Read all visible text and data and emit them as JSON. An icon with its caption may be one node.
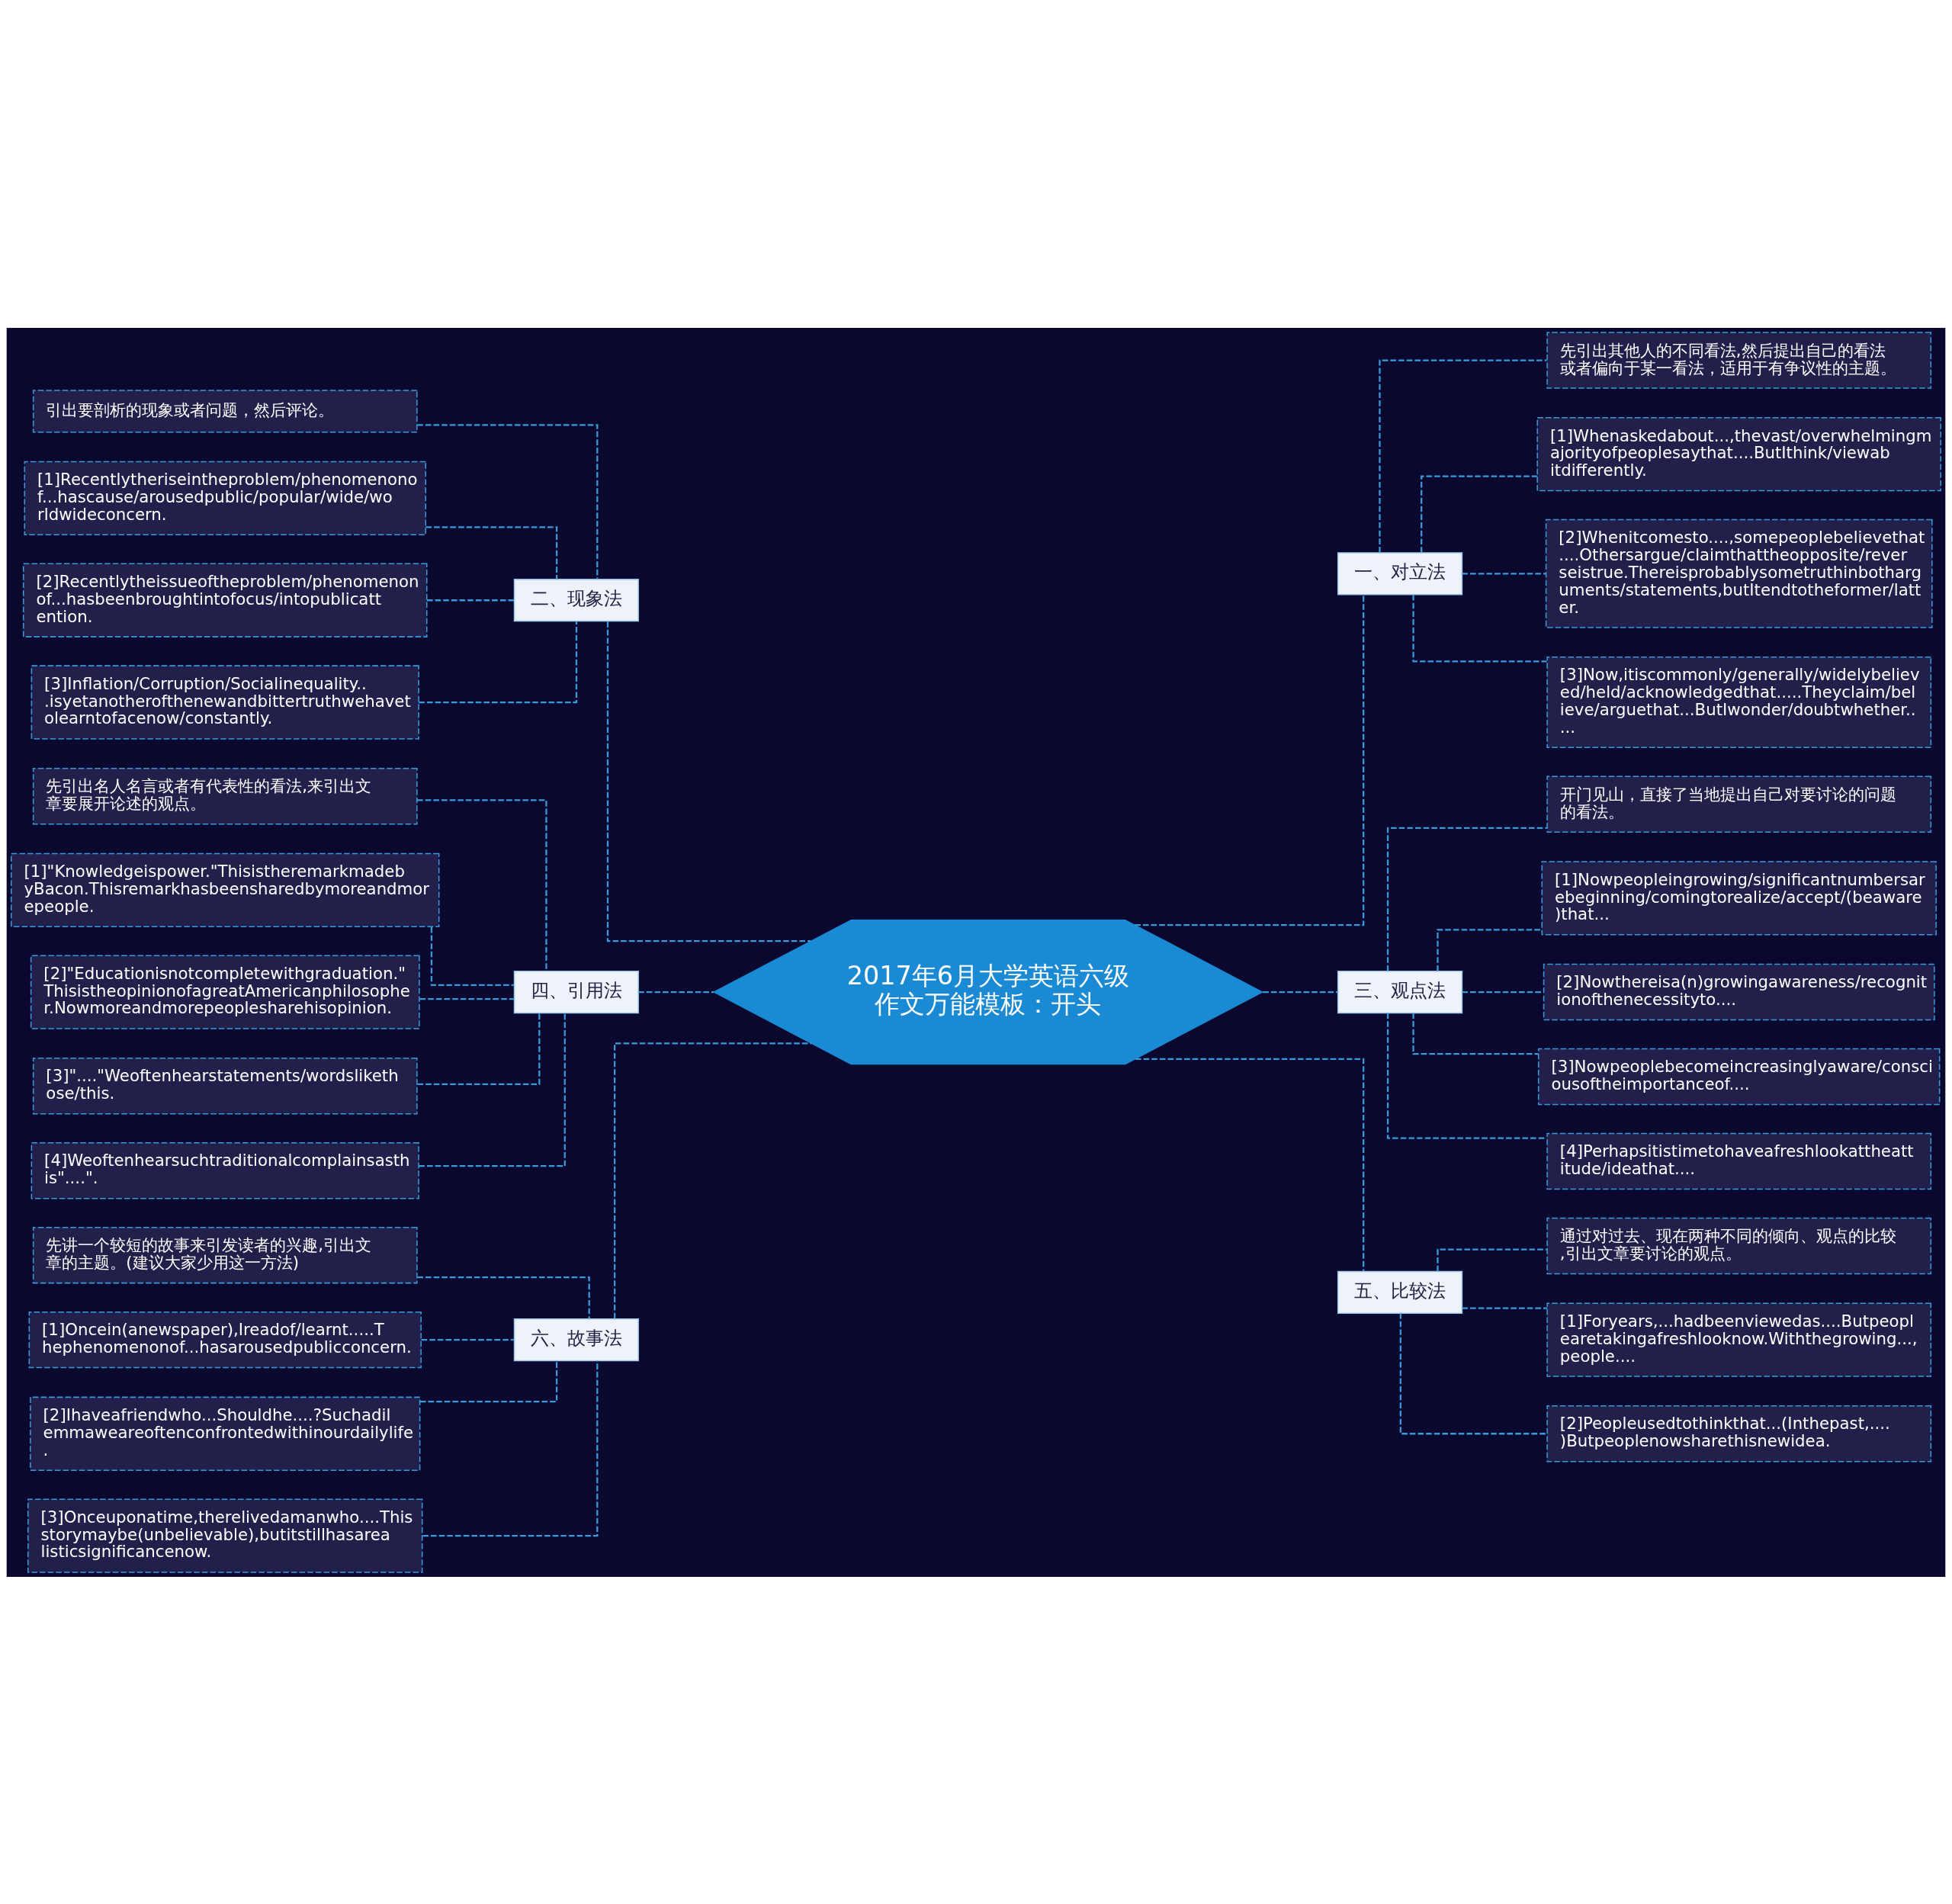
{
  "diagram": {
    "nodes": [
      {
        "text": [
          "2017年6月大学英语六级作文万能模板：开头"
        ]
      },
      {
        "text": [
          "一、对立法"
        ]
      },
      {
        "text": [
          "先引出其他人的不同看法,然后提出自己的看法或者偏向于某一看法，适用于有争议性的主题。"
        ]
      },
      {
        "text": [
          "[1]Whenaskedabout...,thevast/overwhelmingmajorityofpeoplesaythat....ButIthink/viewabitdifferently."
        ]
      },
      {
        "text": [
          "[2]Whenitcomesto....,somepeoplebelievethat....Othersargue/claimthattheopposite/reverseistrue.Thereisprobablysometruthinbotharguments/statements,butItendtotheformer/latter."
        ]
      },
      {
        "text": [
          "[3]Now,itiscommonly/generally/widelybelieved/held/acknowledgedthat.....Theyclaim/believe/arguethat...ButIwonder/doubtwhether....."
        ]
      },
      {
        "text": [
          "二、现象法"
        ]
      },
      {
        "text": [
          "引出要剖析的现象或者问题，然后评论。"
        ]
      },
      {
        "text": [
          "[1]Recentlytheriseintheproblem/phenomenonof...hascause/arousedpublic/popular/wide/worldwideconcern."
        ]
      },
      {
        "text": [
          "[2]Recentlytheissueoftheproblem/phenomenonof...hasbeenbroughtintofocus/intopublicattention."
        ]
      },
      {
        "text": [
          "[3]Inflation/Corruption/Socialinequality...isyetanotherofthenewandbittertruthwehavetolearntofacenow/constantly."
        ]
      },
      {
        "text": [
          "三、观点法"
        ]
      },
      {
        "text": [
          "开门见山，直接了当地提出自己对要讨论的问题的看法。"
        ]
      },
      {
        "text": [
          "[1]Nowpeopleingrowing/significantnumbersarebeginning/comingtorealize/accept/(beaware)that..."
        ]
      },
      {
        "text": [
          "[2]Nowthereisa(n)growingawareness/recognitionofthenecessityto...."
        ]
      },
      {
        "text": [
          "[3]Nowpeoplebecomeincreasinglyaware/consciousoftheimportanceof...."
        ]
      },
      {
        "text": [
          "[4]Perhapsitistimetohaveafreshlookattheattitude/ideathat...."
        ]
      },
      {
        "text": [
          "四、引用法"
        ]
      },
      {
        "text": [
          "先引出名人名言或者有代表性的看法,来引出文章要展开论述的观点。"
        ]
      },
      {
        "text": [
          "[1]\"Knowledgeispower.\"ThisistheremarkmadebyBacon.Thisremarkhasbeensharedbymoreandmorepeople."
        ]
      },
      {
        "text": [
          "[2]\"Educationisnotcompletewithgraduation.\"ThisistheopinionofagreatAmericanphilosopher.Nowmoreandmorepeoplesharehisopinion."
        ]
      },
      {
        "text": [
          "[3]\"....\"Weoftenhearstatements/wordslikethose/this."
        ]
      },
      {
        "text": [
          "[4]Weoftenhearsuchtraditionalcomplainsasthis\"....\"."
        ]
      },
      {
        "text": [
          "五、比较法"
        ]
      },
      {
        "text": [
          "通过对过去、现在两种不同的倾向、观点的比较,引出文章要讨论的观点。"
        ]
      },
      {
        "text": [
          "[1]Foryears,...hadbeenviewedas....Butpeoplearetakingafreshlooknow.Withthegrowing...,people...."
        ]
      },
      {
        "text": [
          "[2]Peopleusedtothinkthat...(Inthepast,....)Butpeoplenowsharethisnewidea."
        ]
      },
      {
        "text": [
          "六、故事法"
        ]
      },
      {
        "text": [
          "先讲一个较短的故事来引发读者的兴趣,引出文章的主题。(建议大家少用这一方法)"
        ]
      },
      {
        "text": [
          "[1]Oncein(anewspaper),Ireadof/learnt.....Thephenomenonof...hasarousedpublicconcern."
        ]
      },
      {
        "text": [
          "[2]Ihaveafriendwho...Shouldhe....?Suchadilemmaweareoftenconfrontedwithinourdailylife."
        ]
      },
      {
        "text": [
          "[3]Onceuponatime,therelivedamanwho....Thisstorymaybe(unbelievable),butitstillhasarealisticsignificancenow."
        ]
      }
    ],
    "edges": [
      {
        "from": 0,
        "to": 1,
        "arrow": "none"
      },
      {
        "from": 1,
        "to": 2,
        "arrow": "none"
      },
      {
        "from": 1,
        "to": 3,
        "arrow": "none"
      },
      {
        "from": 1,
        "to": 4,
        "arrow": "none"
      },
      {
        "from": 1,
        "to": 5,
        "arrow": "none"
      },
      {
        "from": 0,
        "to": 6,
        "arrow": "none"
      },
      {
        "from": 6,
        "to": 7,
        "arrow": "none"
      },
      {
        "from": 6,
        "to": 8,
        "arrow": "none"
      },
      {
        "from": 6,
        "to": 9,
        "arrow": "none"
      },
      {
        "from": 6,
        "to": 10,
        "arrow": "none"
      },
      {
        "from": 0,
        "to": 11,
        "arrow": "none"
      },
      {
        "from": 11,
        "to": 12,
        "arrow": "none"
      },
      {
        "from": 11,
        "to": 13,
        "arrow": "none"
      },
      {
        "from": 11,
        "to": 14,
        "arrow": "none"
      },
      {
        "from": 11,
        "to": 15,
        "arrow": "none"
      },
      {
        "from": 11,
        "to": 16,
        "arrow": "none"
      },
      {
        "from": 0,
        "to": 17,
        "arrow": "none"
      },
      {
        "from": 17,
        "to": 18,
        "arrow": "none"
      },
      {
        "from": 17,
        "to": 19,
        "arrow": "none"
      },
      {
        "from": 17,
        "to": 20,
        "arrow": "none"
      },
      {
        "from": 17,
        "to": 21,
        "arrow": "none"
      },
      {
        "from": 17,
        "to": 22,
        "arrow": "none"
      },
      {
        "from": 0,
        "to": 23,
        "arrow": "none"
      },
      {
        "from": 23,
        "to": 24,
        "arrow": "none"
      },
      {
        "from": 23,
        "to": 25,
        "arrow": "none"
      },
      {
        "from": 23,
        "to": 26,
        "arrow": "none"
      },
      {
        "from": 0,
        "to": 27,
        "arrow": "none"
      },
      {
        "from": 27,
        "to": 28,
        "arrow": "none"
      },
      {
        "from": 27,
        "to": 29,
        "arrow": "none"
      },
      {
        "from": 27,
        "to": 30,
        "arrow": "none"
      },
      {
        "from": 27,
        "to": 31,
        "arrow": "none"
      }
    ]
  }
}
